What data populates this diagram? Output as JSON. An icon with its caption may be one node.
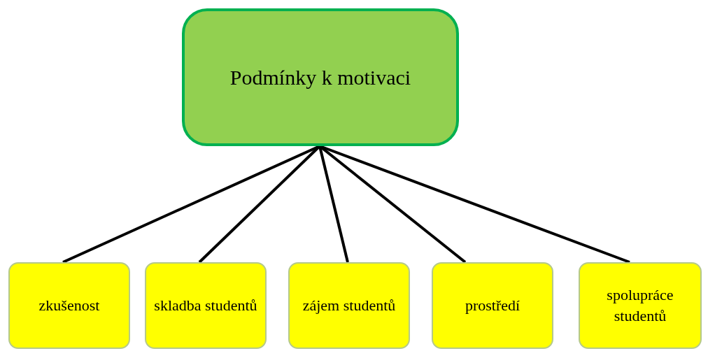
{
  "diagram": {
    "nodes": [
      {
        "text": [
          "Podmínky k motivaci"
        ]
      },
      {
        "text": [
          "zkušenost"
        ]
      },
      {
        "text": [
          "skladba studentů"
        ]
      },
      {
        "text": [
          "zájem studentů"
        ]
      },
      {
        "text": [
          "prostředí"
        ]
      },
      {
        "text": [
          "spolupráce studentů"
        ]
      }
    ],
    "edges": [
      {
        "from": 0,
        "to": 1,
        "arrow": "none"
      },
      {
        "from": 0,
        "to": 2,
        "arrow": "none"
      },
      {
        "from": 0,
        "to": 3,
        "arrow": "none"
      },
      {
        "from": 0,
        "to": 4,
        "arrow": "none"
      },
      {
        "from": 0,
        "to": 5,
        "arrow": "none"
      }
    ]
  }
}
